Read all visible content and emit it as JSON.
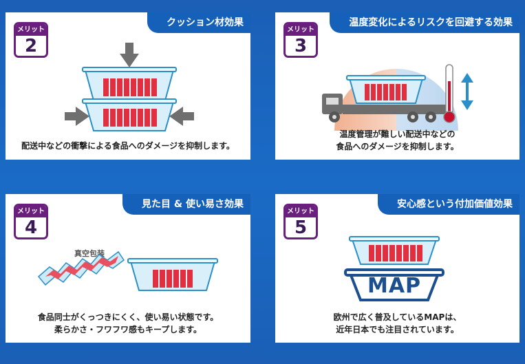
{
  "badge_label": "メリット",
  "panels": {
    "p2": {
      "number": "2",
      "title": "クッション材効果",
      "caption1": "配送中などの衝撃による食品へのダメージを抑制します。"
    },
    "p3": {
      "number": "3",
      "title": "温度変化によるリスクを回避する効果",
      "caption1": "温度管理が難しい配送中などの",
      "caption2": "食品へのダメージを抑制します。"
    },
    "p4": {
      "number": "4",
      "title": "見た目 & 使い易さ効果",
      "vacuum_label": "真空包装",
      "caption1": "食品同士がくっつきにくく、使い易い状態です。",
      "caption2": "柔らかさ・フワフワ感もキープします。"
    },
    "p5": {
      "number": "5",
      "title": "安心感という付加価値効果",
      "map_label": "MAP",
      "caption1": "欧州で広く普及しているMAPは、",
      "caption2": "近年日本でも注目されています。"
    }
  },
  "colors": {
    "background": "#1b5fb6",
    "tab": "#1560b8",
    "badge": "#6a1e7e",
    "tray": "#d9f0fa",
    "tray_edge": "#2a8fc8",
    "food": "#e0303f",
    "arrow": "#6f6f6f",
    "warm": "#f2b08f",
    "cool": "#bcd6ef",
    "truck": "#6e6e6e"
  }
}
